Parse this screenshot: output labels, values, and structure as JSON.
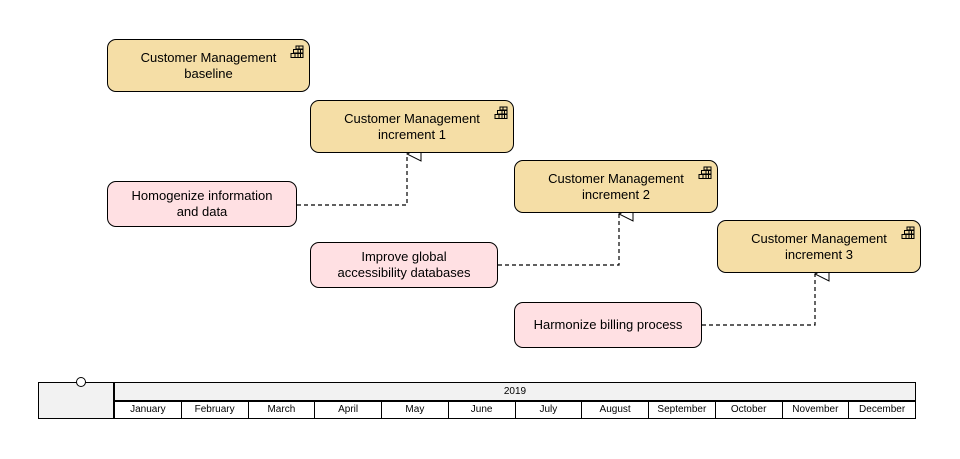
{
  "plateaus": [
    {
      "id": "baseline",
      "label": "Customer Management baseline",
      "icon": "plateau-icon"
    },
    {
      "id": "increment-1",
      "label": "Customer Management increment 1",
      "icon": "plateau-icon"
    },
    {
      "id": "increment-2",
      "label": "Customer Management increment 2",
      "icon": "plateau-icon"
    },
    {
      "id": "increment-3",
      "label": "Customer Management increment 3",
      "icon": "plateau-icon"
    }
  ],
  "work_packages": [
    {
      "id": "homogenize",
      "label": "Homogenize information and data"
    },
    {
      "id": "accessibility",
      "label": "Improve global accessibility databases"
    },
    {
      "id": "billing",
      "label": "Harmonize billing process"
    }
  ],
  "timeline": {
    "year": "2019",
    "months": [
      "January",
      "February",
      "March",
      "April",
      "May",
      "June",
      "July",
      "August",
      "September",
      "October",
      "November",
      "December"
    ]
  },
  "colors": {
    "plateau_fill": "#f5dea6",
    "work_package_fill": "#ffe0e3",
    "timeline_header_fill": "#f2f2f2",
    "stroke": "#000000"
  }
}
